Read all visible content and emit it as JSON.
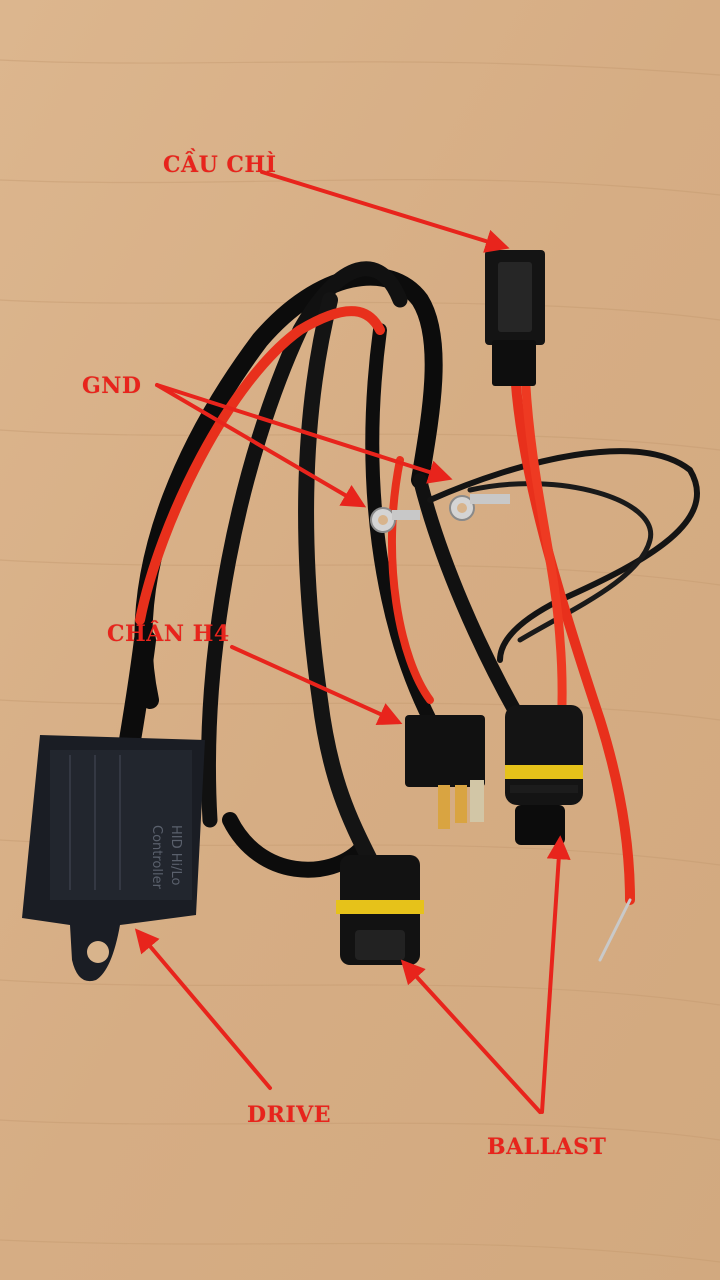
{
  "labels": {
    "fuse": "CẦU CHÌ",
    "gnd": "GND",
    "h4": "CHÂN H4",
    "drive": "DRIVE",
    "ballast": "BALLAST"
  },
  "device": {
    "line1": "HID Hi/Lo",
    "line2": "Controller"
  },
  "colors": {
    "annotation": "#e8241c",
    "wood": "#d8b48c",
    "wire_black": "#0c0c0c",
    "wire_red": "#e8301c",
    "connector_yellow": "#e6c21a"
  },
  "icons": [
    "arrow-icon"
  ]
}
